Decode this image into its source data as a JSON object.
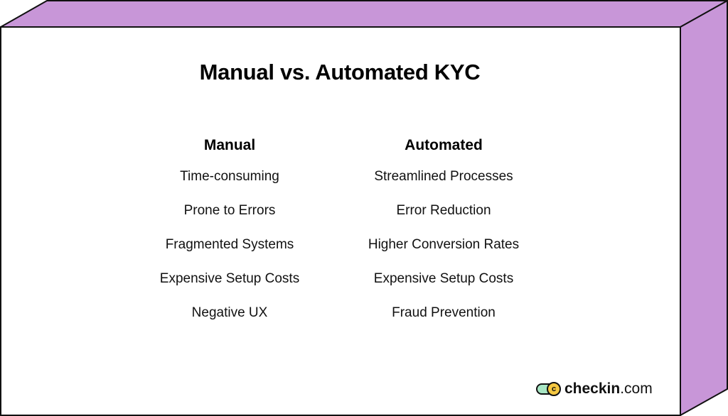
{
  "title": "Manual vs. Automated KYC",
  "colors": {
    "box_side": "#c896d8",
    "box_front": "#ffffff",
    "outline": "#111111"
  },
  "columns": {
    "manual": {
      "header": "Manual",
      "items": [
        "Time-consuming",
        "Prone to Errors",
        "Fragmented Systems",
        "Expensive Setup Costs",
        "Negative UX"
      ]
    },
    "automated": {
      "header": "Automated",
      "items": [
        "Streamlined Processes",
        "Error Reduction",
        "Higher Conversion Rates",
        "Expensive Setup Costs",
        "Fraud Prevention"
      ]
    }
  },
  "logo": {
    "brand": "checkin",
    "suffix": ".com",
    "icon_letter": "c"
  }
}
